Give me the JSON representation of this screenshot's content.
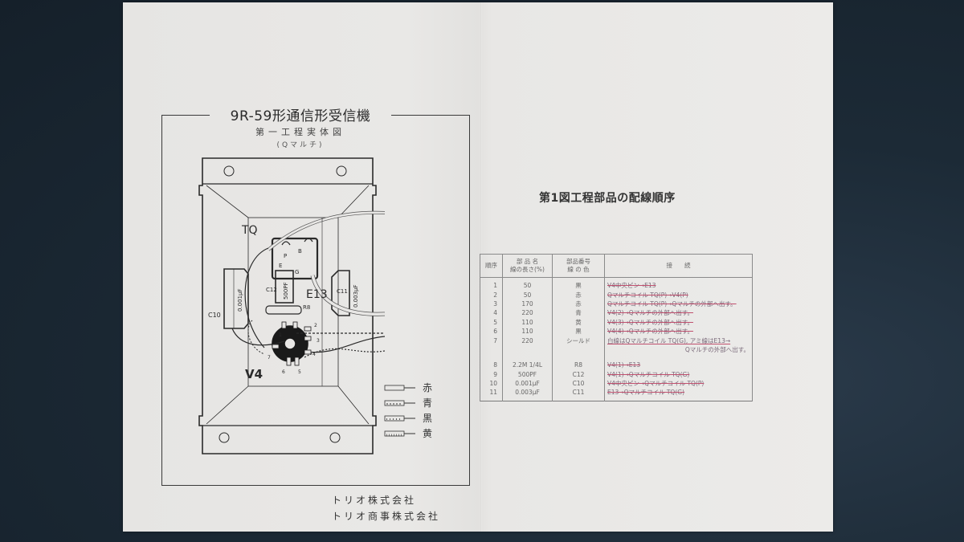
{
  "left_panel": {
    "title": "9R-59形通信形受信機",
    "subtitle": "第一工程実体図",
    "subtitle2": "(Qマルチ)",
    "diagram_labels": {
      "transformer": "TQ",
      "tube_socket": "V4",
      "electrolytic": "E13",
      "resistor": "R8",
      "c10": "C10",
      "c10_value": "0.001μF",
      "c12": "C12",
      "c12_value": "500PF",
      "c11": "C11",
      "c11_value": "0.003μF",
      "pin_p": "P",
      "pin_b": "B",
      "pin_e": "E",
      "pin_g": "G"
    },
    "legend": [
      {
        "label": "赤",
        "pattern": "plain"
      },
      {
        "label": "青",
        "pattern": "dash"
      },
      {
        "label": "黒",
        "pattern": "dots"
      },
      {
        "label": "黄",
        "pattern": "ticks"
      }
    ],
    "company_1": "トリオ株式会社",
    "company_2": "トリオ商事株式会社"
  },
  "right_panel": {
    "figure_title": "第1図工程部品の配線順序",
    "table": {
      "headers": {
        "order": "順序",
        "part_name_1": "部 品 名",
        "part_name_2": "線の長さ(%)",
        "part_no_1": "部品番号",
        "part_no_2": "線 の 色",
        "connection": "接　　続"
      },
      "rows": [
        {
          "order": "1",
          "name": "50",
          "part": "黒",
          "connection": "V4中央ピン→E13",
          "mark": "strike"
        },
        {
          "order": "2",
          "name": "50",
          "part": "赤",
          "connection": "Qマルチコイル TQ(P)→V4(P)",
          "mark": "strike"
        },
        {
          "order": "3",
          "name": "170",
          "part": "赤",
          "connection": "Qマルチコイル TQ(P)→Qマルチの外部へ出す。",
          "mark": "strike"
        },
        {
          "order": "4",
          "name": "220",
          "part": "青",
          "connection": "V4(2)→Qマルチの外部へ出す。",
          "mark": "strike"
        },
        {
          "order": "5",
          "name": "110",
          "part": "黄",
          "connection": "V4(3)→Qマルチの外部へ出す。",
          "mark": "strike"
        },
        {
          "order": "6",
          "name": "110",
          "part": "黒",
          "connection": "V4(4)→Qマルチの外部へ出す。",
          "mark": "strike"
        },
        {
          "order": "7",
          "name": "220",
          "part": "シールド",
          "connection": "白線はQマルチコイル TQ(G), アミ線はE13→",
          "connection_2": "Qマルチの外部へ出す。",
          "mark": "underline"
        },
        {
          "order": "8",
          "name": "2.2M 1/4L",
          "part": "R8",
          "connection": "V4(1)→E13",
          "mark": "strike"
        },
        {
          "order": "9",
          "name": "500PF",
          "part": "C12",
          "connection": "V4(1)→Qマルチコイル TQ(G)",
          "mark": "strike"
        },
        {
          "order": "10",
          "name": "0.001μF",
          "part": "C10",
          "connection": "V4中央ピン→Qマルチコイル TQ(P)",
          "mark": "strike"
        },
        {
          "order": "11",
          "name": "0.003μF",
          "part": "C11",
          "connection": "E13→Qマルチコイル TQ(G)",
          "mark": "strike"
        }
      ]
    }
  },
  "colors": {
    "background": "#1c2a36",
    "paper": "#e8e7e5",
    "ink": "#2a2a2a",
    "pen_markup": "#c0506e"
  }
}
